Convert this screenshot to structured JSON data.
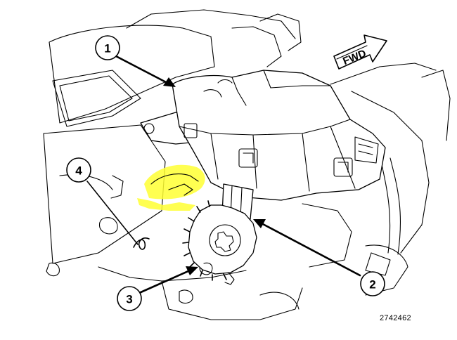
{
  "callouts": [
    {
      "id": "1",
      "label": "1"
    },
    {
      "id": "2",
      "label": "2"
    },
    {
      "id": "3",
      "label": "3"
    },
    {
      "id": "4",
      "label": "4"
    }
  ],
  "direction_arrow": {
    "label": "FWD"
  },
  "figure_number": "2742462",
  "colors": {
    "line": "#000000",
    "background": "#ffffff",
    "highlight": "#ffff00"
  }
}
